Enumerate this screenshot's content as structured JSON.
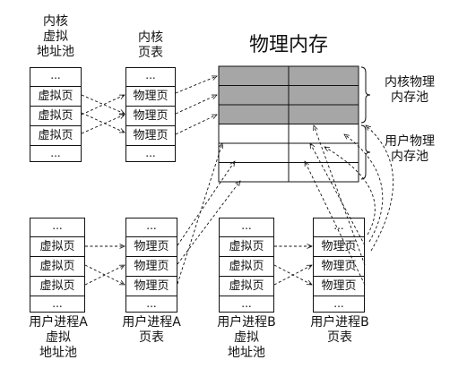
{
  "labels": {
    "kernel_vpool": [
      "内核",
      "虚拟",
      "地址池"
    ],
    "kernel_ptable": [
      "内核",
      "页表"
    ],
    "phys_title": "物理内存",
    "kernel_phys_pool": [
      "内核物理",
      "内存池"
    ],
    "user_phys_pool": [
      "用户物理",
      "内存池"
    ],
    "procA_vpool": [
      "用户进程A",
      "虚拟",
      "地址池"
    ],
    "procA_ptable": [
      "用户进程A",
      "页表"
    ],
    "procB_vpool": [
      "用户进程B",
      "虚拟",
      "地址池"
    ],
    "procB_ptable": [
      "用户进程B",
      "页表"
    ]
  },
  "cells": {
    "ellipsis": "...",
    "virtual_page": "虚拟页",
    "physical_page": "物理页"
  },
  "colors": {
    "kernel_phys_fill": "#a6a6a6",
    "line": "#111111"
  }
}
